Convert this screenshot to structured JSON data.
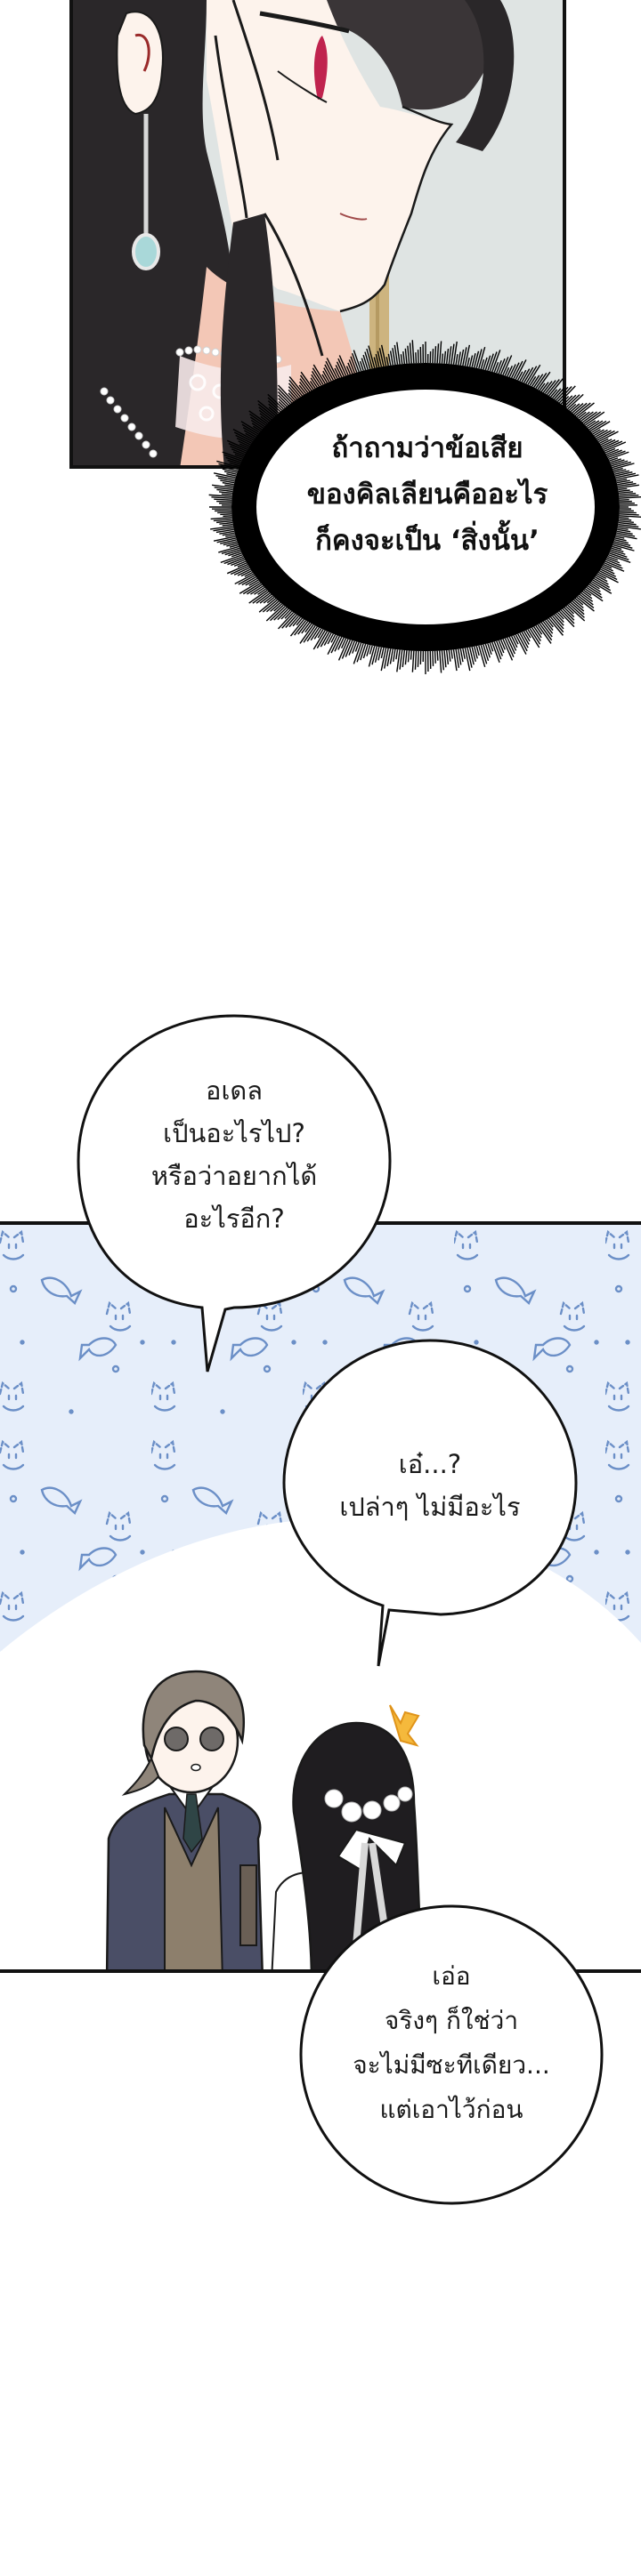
{
  "comic": {
    "format": "vertical webtoon strip",
    "language": "Thai",
    "panels": [
      {
        "id": "panel-1",
        "description": "Close-up profile of dark-haired woman with red eyes, teal gemstone drop earring, lace pearl choker",
        "colors": {
          "background": "#dfe4e3",
          "hair": "#2a2729",
          "skin": "#fdf3ec",
          "eye": "#c0234e",
          "earring_gem": "#a9d8d9",
          "door_frame": "#cdb47f"
        }
      },
      {
        "id": "panel-2",
        "description": "Brown-haired young man in navy coat and tan vest looks at dark-haired girl with white flower hairpiece and ribbon; cat and fish pattern background",
        "colors": {
          "pattern_bg": "#e6eefa",
          "pattern_stroke": "#6b8fc7",
          "coat": "#4a4e66",
          "vest": "#8d7f6c",
          "tie": "#2f4546",
          "man_hair": "#8f857a",
          "girl_hair": "#1f1d20",
          "surprise_mark": "#f5b93c"
        }
      }
    ],
    "bubbles": [
      {
        "id": "bubble-1",
        "type": "flash-thought",
        "lines": [
          "ถ้าถามว่าข้อเสีย",
          "ของคิลเลียนคืออะไร",
          "ก็คงจะเป็น ‘สิ่งนั้น’"
        ]
      },
      {
        "id": "bubble-2",
        "type": "speech",
        "lines": [
          "อเดล",
          "เป็นอะไรไป?",
          "หรือว่าอยากได้",
          "อะไรอีก?"
        ]
      },
      {
        "id": "bubble-3",
        "type": "speech",
        "lines": [
          "เอ๋...?",
          "เปล่าๆ ไม่มีอะไร"
        ]
      },
      {
        "id": "bubble-4",
        "type": "speech",
        "lines": [
          "เอ่อ",
          "จริงๆ ก็ใช่ว่า",
          "จะไม่มีซะทีเดียว...",
          "แต่เอาไว้ก่อน"
        ]
      }
    ]
  }
}
